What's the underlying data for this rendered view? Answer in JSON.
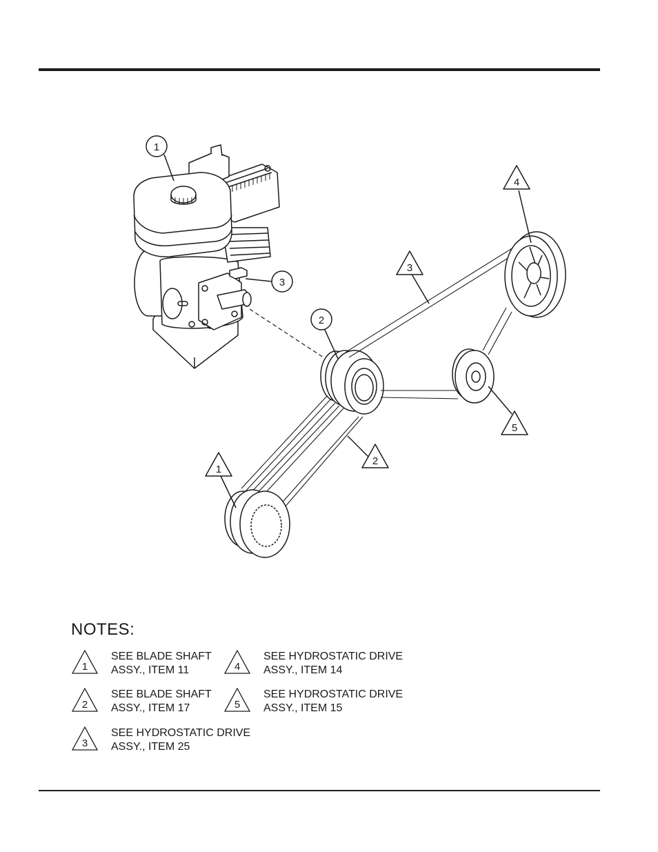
{
  "diagram": {
    "callouts": {
      "circle_1": "1",
      "circle_2": "2",
      "circle_3": "3",
      "tri_1": "1",
      "tri_2": "2",
      "tri_3": "3",
      "tri_4": "4",
      "tri_5": "5"
    }
  },
  "notes": {
    "title": "NOTES:",
    "items": [
      {
        "num": "1",
        "line1": "SEE BLADE SHAFT",
        "line2": "ASSY., ITEM 11"
      },
      {
        "num": "2",
        "line1": "SEE BLADE SHAFT",
        "line2": "ASSY., ITEM 17"
      },
      {
        "num": "3",
        "line1": "SEE HYDROSTATIC DRIVE",
        "line2": "ASSY., ITEM 25"
      },
      {
        "num": "4",
        "line1": "SEE HYDROSTATIC DRIVE",
        "line2": "ASSY., ITEM 14"
      },
      {
        "num": "5",
        "line1": "SEE HYDROSTATIC DRIVE",
        "line2": "ASSY., ITEM 15"
      }
    ]
  }
}
